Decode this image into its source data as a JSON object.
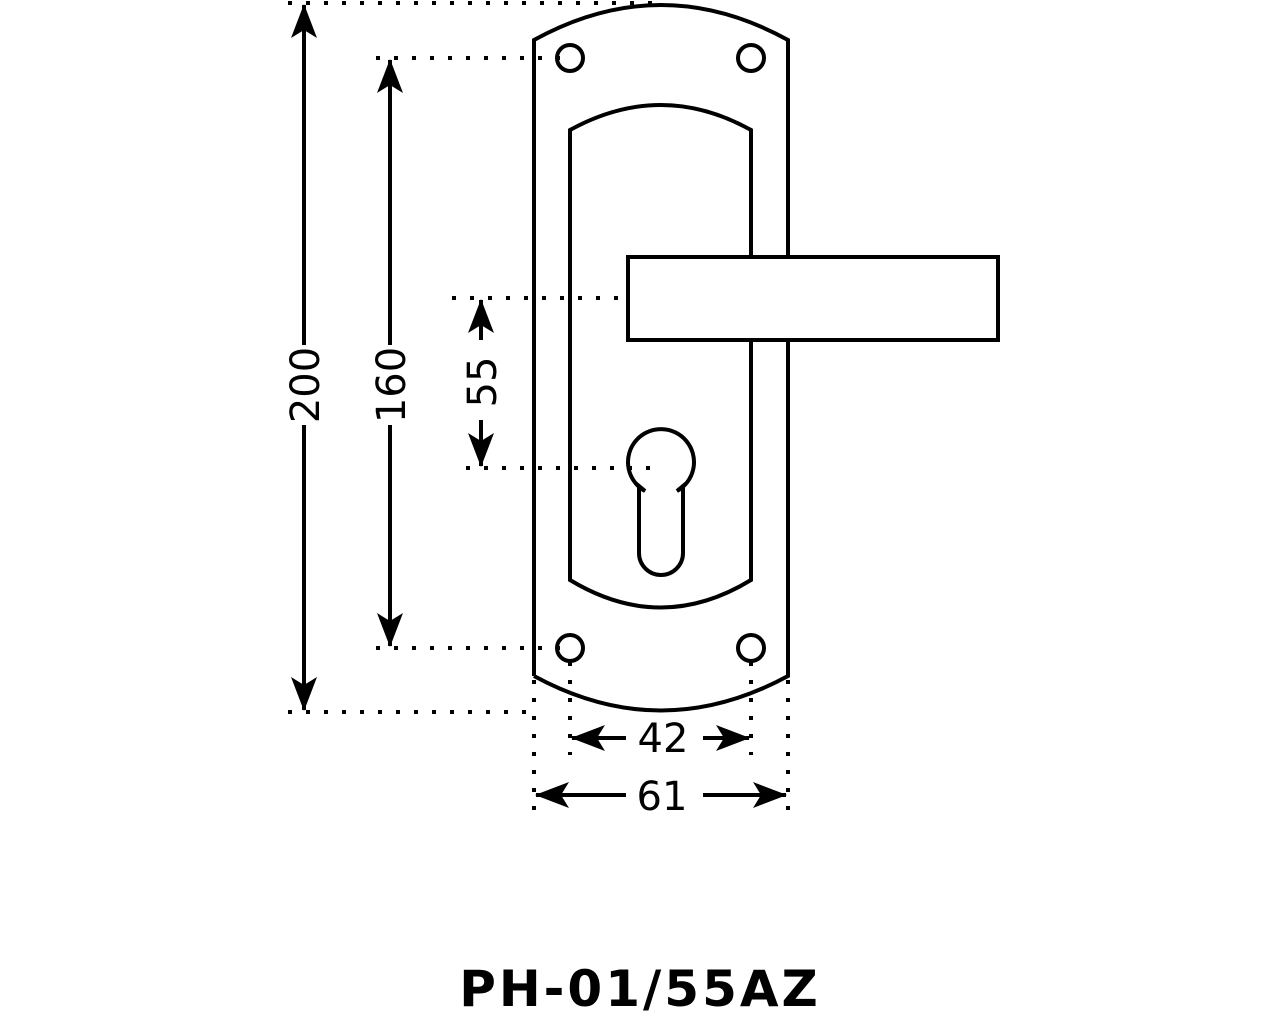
{
  "title": "PH-01/55AZ",
  "dimensions": {
    "overall_height": "200",
    "hole_spacing_vertical": "160",
    "lever_to_keyhole": "55",
    "hole_spacing_horizontal": "42",
    "plate_width": "61"
  }
}
